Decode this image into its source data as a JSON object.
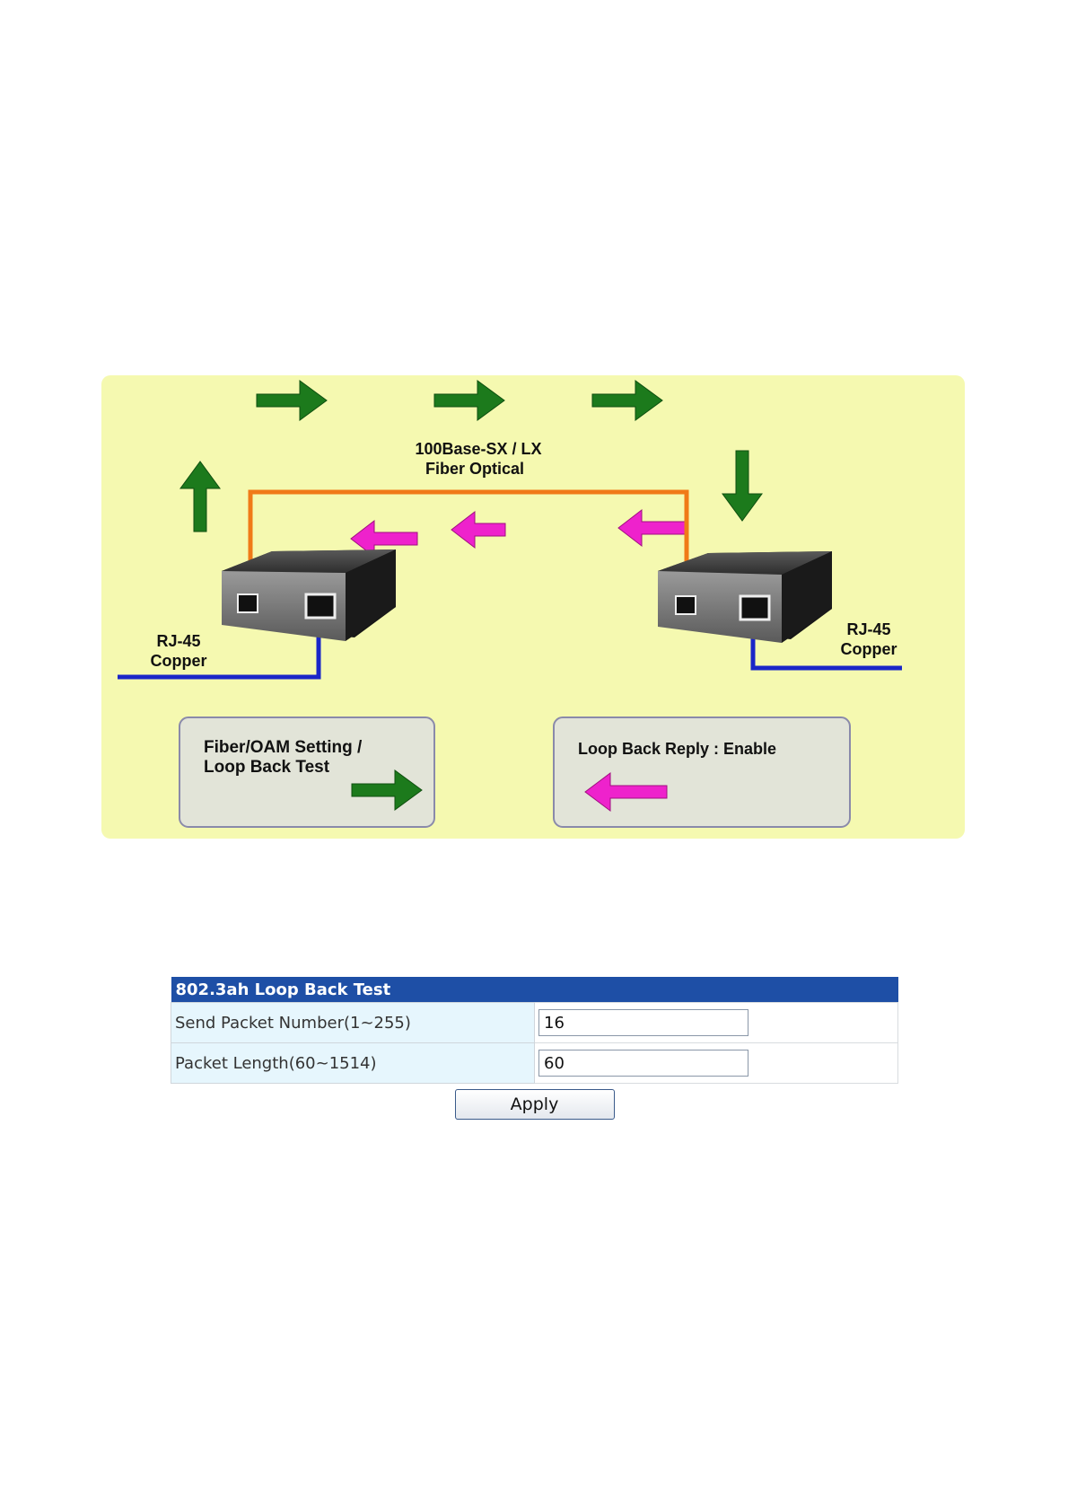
{
  "diagram": {
    "fiber_label_line1": "100Base-SX / LX",
    "fiber_label_line2": "Fiber Optical",
    "left_copper_line1": "RJ-45",
    "left_copper_line2": "Copper",
    "right_copper_line1": "RJ-45",
    "right_copper_line2": "Copper",
    "left_box_line1": "Fiber/OAM Setting /",
    "left_box_line2": "Loop Back Test",
    "right_box_text": "Loop Back Reply : Enable",
    "colors": {
      "background": "#f5f9b0",
      "forward_arrow": "#1c7a1c",
      "reply_arrow": "#ee22cc",
      "fiber": "#f07a18",
      "copper": "#1a26c8",
      "device": "#2a2a2a"
    },
    "icons": [
      "arrow-right-icon",
      "arrow-left-icon",
      "arrow-up-icon",
      "arrow-down-icon",
      "media-converter-icon"
    ]
  },
  "form": {
    "title": "802.3ah Loop Back Test",
    "rows": [
      {
        "label": "Send Packet Number(1~255)",
        "value": "16"
      },
      {
        "label": "Packet Length(60~1514)",
        "value": "60"
      }
    ],
    "apply_label": "Apply"
  }
}
